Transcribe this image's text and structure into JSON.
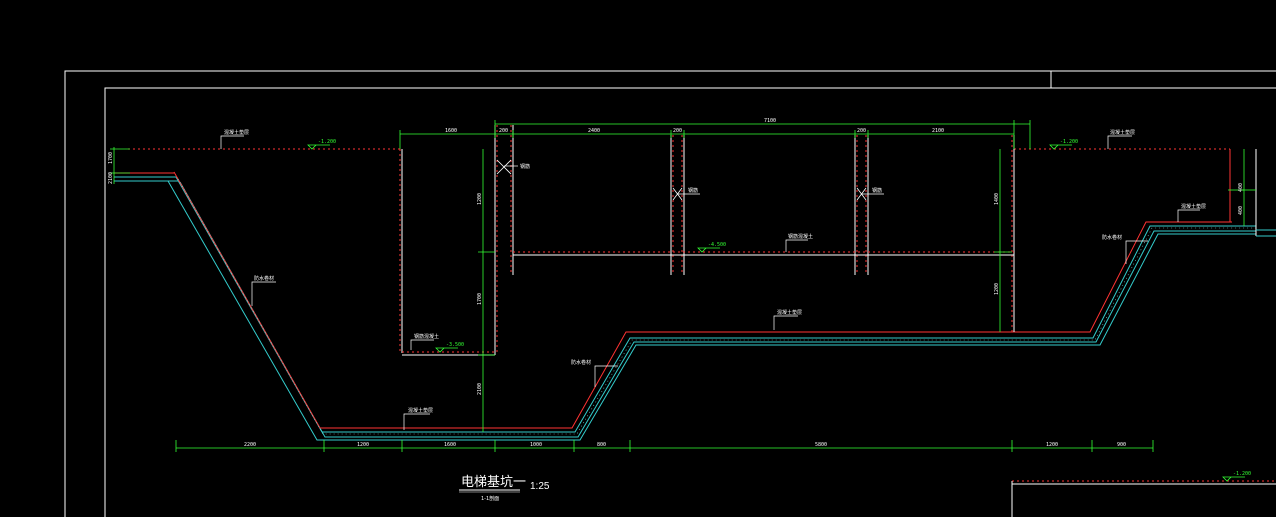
{
  "colors": {
    "background": "#000000",
    "frame": "#ffffff",
    "dimension": "#33ff33",
    "rebar": "#ff3333",
    "concrete": "#33cccc",
    "text": "#ffffff",
    "elevation": "#33ff33"
  },
  "title_block": {
    "title": "电梯基坑一",
    "subtitle": "1-1剖面",
    "scale": "1:25"
  },
  "elevations": {
    "left_top": "-1.200",
    "right_top": "-1.200",
    "mid_pit": "-4.500",
    "shaft_floor": "-3.500",
    "corner": "-1.200"
  },
  "notes": {
    "cushion_top_left": "混凝土垫层",
    "cushion_top_right": "混凝土垫层",
    "slope_left": "防水卷材",
    "slope_mid": "防水卷材",
    "slope_right": "防水卷材",
    "bottom_left": "混凝土垫层",
    "bottom_mid": "混凝土垫层",
    "shaft_floor": "钢筋混凝土",
    "wall_a": "钢筋",
    "wall_b": "钢筋",
    "wall_c": "钢筋",
    "shaft_pit": "钢筋混凝土",
    "right_cap": "混凝土垫层"
  },
  "dims_top": [
    "1600",
    "200",
    "2400",
    "200",
    "2100",
    "200",
    "7100"
  ],
  "dims_bottom": [
    "2200",
    "1200",
    "1600",
    "1000",
    "800",
    "5800",
    "1200",
    "900"
  ],
  "dims_vertical": [
    "1700",
    "2100",
    "1200",
    "1700",
    "2100",
    "1400",
    "1200",
    "400",
    "400"
  ]
}
